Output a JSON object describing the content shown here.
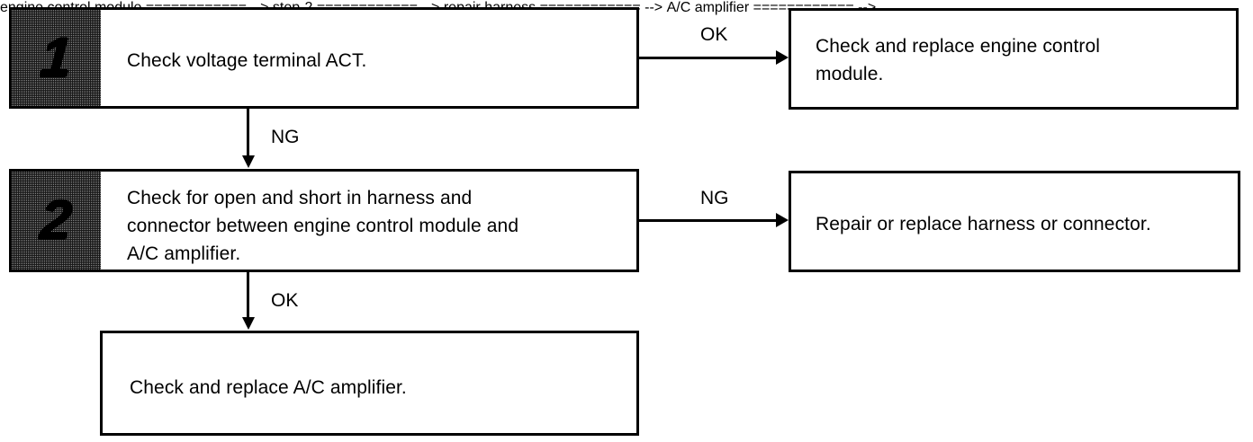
{
  "diagram": {
    "type": "troubleshooting-flowchart",
    "title": "",
    "background_color": "#ffffff",
    "line_color": "#000000",
    "badge_fill": "dithered-gray",
    "steps": [
      {
        "id": "step-1",
        "number": "1",
        "text": "Check voltage terminal ACT."
      },
      {
        "id": "step-2",
        "number": "2",
        "text": "Check for open and short in harness and\nconnector between engine control module and\nA/C amplifier."
      }
    ],
    "results": [
      {
        "id": "result-engine-control-module",
        "text": "Check and replace engine control\nmodule."
      },
      {
        "id": "result-repair-harness",
        "text": "Repair or replace harness or connector."
      },
      {
        "id": "result-ac-amplifier",
        "text": "Check and replace A/C amplifier."
      }
    ],
    "edges": [
      {
        "id": "edge-1-ok",
        "label": "OK",
        "from": "step-1",
        "to": "result-engine-control-module",
        "direction": "right"
      },
      {
        "id": "edge-1-ng",
        "label": "NG",
        "from": "step-1",
        "to": "step-2",
        "direction": "down"
      },
      {
        "id": "edge-2-ng",
        "label": "NG",
        "from": "step-2",
        "to": "result-repair-harness",
        "direction": "right"
      },
      {
        "id": "edge-2-ok",
        "label": "OK",
        "from": "step-2",
        "to": "result-ac-amplifier",
        "direction": "down"
      }
    ]
  }
}
